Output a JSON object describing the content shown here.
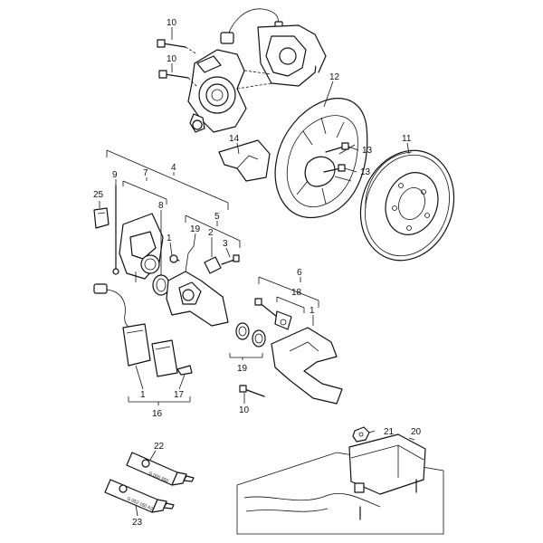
{
  "diagram": {
    "callouts": [
      {
        "id": "c10a",
        "label": "10"
      },
      {
        "id": "c10b",
        "label": "10"
      },
      {
        "id": "c12",
        "label": "12"
      },
      {
        "id": "c14",
        "label": "14"
      },
      {
        "id": "c13a",
        "label": "13"
      },
      {
        "id": "c13b",
        "label": "13"
      },
      {
        "id": "c11",
        "label": "11"
      },
      {
        "id": "c4",
        "label": "4"
      },
      {
        "id": "c9",
        "label": "9"
      },
      {
        "id": "c7",
        "label": "7"
      },
      {
        "id": "c8",
        "label": "8"
      },
      {
        "id": "c25",
        "label": "25"
      },
      {
        "id": "c5",
        "label": "5"
      },
      {
        "id": "c1a",
        "label": "1"
      },
      {
        "id": "c19a",
        "label": "19"
      },
      {
        "id": "c2",
        "label": "2"
      },
      {
        "id": "c3",
        "label": "3"
      },
      {
        "id": "c6",
        "label": "6"
      },
      {
        "id": "c18",
        "label": "18"
      },
      {
        "id": "c1b",
        "label": "1"
      },
      {
        "id": "c19b",
        "label": "19"
      },
      {
        "id": "c10c",
        "label": "10"
      },
      {
        "id": "c1c",
        "label": "1"
      },
      {
        "id": "c17",
        "label": "17"
      },
      {
        "id": "c16",
        "label": "16"
      },
      {
        "id": "c21",
        "label": "21"
      },
      {
        "id": "c20",
        "label": "20"
      },
      {
        "id": "c22",
        "label": "22"
      },
      {
        "id": "c23",
        "label": "23"
      }
    ],
    "tube_labels": {
      "tube_22": "G 000 650",
      "tube_23": "G 052 150 A2"
    }
  }
}
